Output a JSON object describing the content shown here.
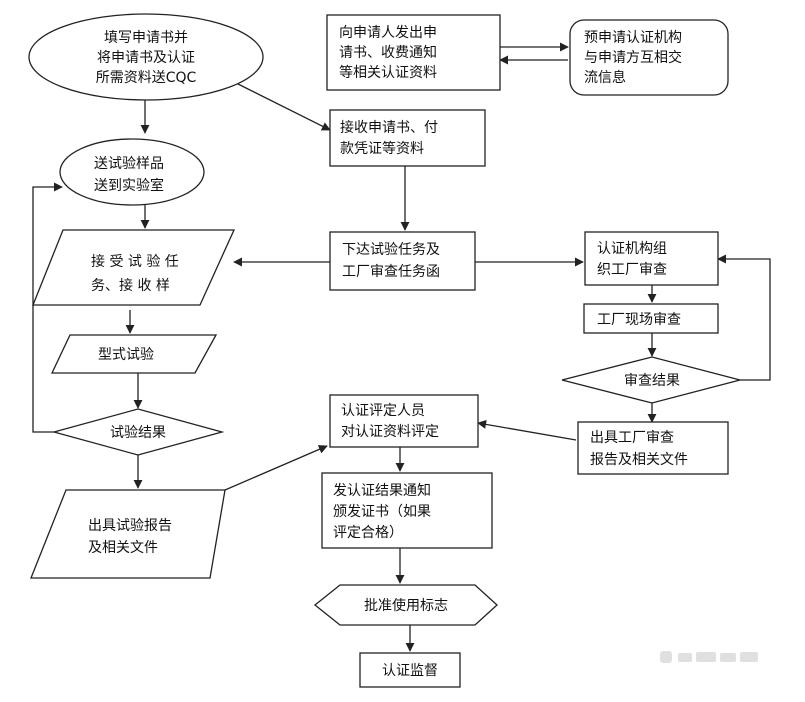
{
  "nodes": {
    "fill_application": [
      "填写申请书并",
      "将申请书及认证",
      "所需资料送CQC"
    ],
    "issue_application": [
      "向申请人发出申",
      "请书、收费通知",
      "等相关认证资料"
    ],
    "pre_application": [
      "预申请认证机构",
      "与申请方互相交",
      "流信息"
    ],
    "receive_application": [
      "接收申请书、付",
      "款凭证等资料"
    ],
    "send_samples": [
      "送试验样品",
      "送到实验室"
    ],
    "issue_tasks": [
      "下达试验任务及",
      "工厂审查任务函"
    ],
    "organize_inspection": [
      "认证机构组",
      "织工厂审查"
    ],
    "accept_task": [
      "接 受 试 验 任",
      "务、接 收 样"
    ],
    "onsite_inspection": [
      "工厂现场审查"
    ],
    "type_test": [
      "型式试验"
    ],
    "inspection_result": [
      "审查结果"
    ],
    "test_result": [
      "试验结果"
    ],
    "evaluators": [
      "认证评定人员",
      "对认证资料评定"
    ],
    "inspection_report": [
      "出具工厂审查",
      "报告及相关文件"
    ],
    "test_report": [
      "出具试验报告",
      "及相关文件"
    ],
    "certificate": [
      "发认证结果通知",
      "颁发证书（如果",
      "评定合格）"
    ],
    "approve_mark": [
      "批准使用标志"
    ],
    "supervision": [
      "认证监督"
    ]
  }
}
